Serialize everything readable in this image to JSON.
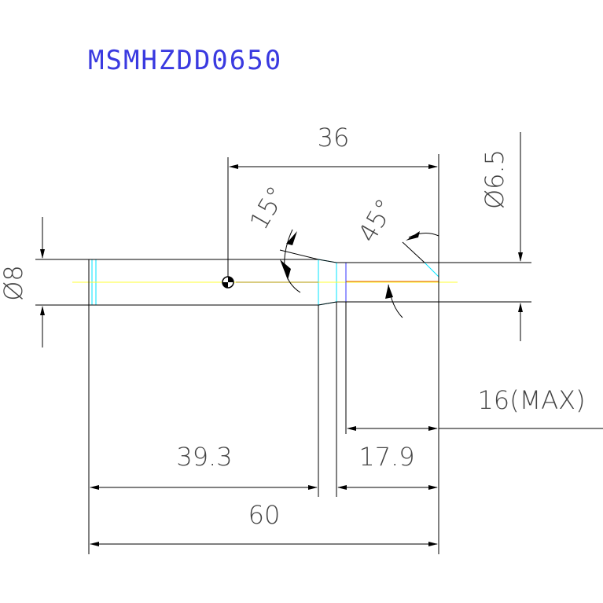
{
  "title": "MSMHZDD0650",
  "colors": {
    "background": "#ffffff",
    "title": "#3a3ae0",
    "outline": "#000000",
    "tool_body": "#00e5ff",
    "centerline": "#ffff33",
    "center_fill": "#b39a00",
    "pocket_top": "#e0007a",
    "pocket_mid": "#e05a00",
    "pocket_side": "#3333ff"
  },
  "dimensions": {
    "overall_length": "60",
    "shank_length": "39.3",
    "neck_length": "17.9",
    "reference_length": "36",
    "shank_diameter": "Ø8",
    "tip_diameter": "Ø6.5",
    "max_depth": "16(MAX)",
    "taper_angle": "15°",
    "chamfer_angle": "45°"
  }
}
